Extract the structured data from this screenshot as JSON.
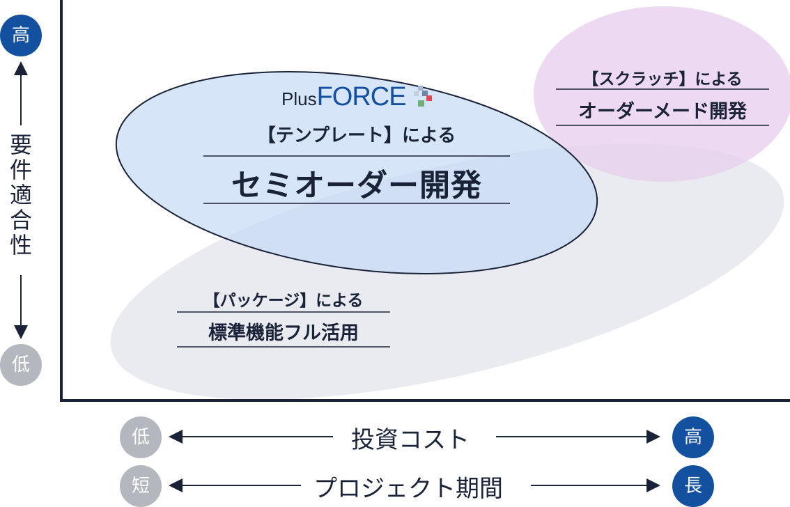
{
  "y_axis": {
    "label_chars": [
      "要",
      "件",
      "適",
      "合",
      "性"
    ],
    "top": "高",
    "bottom": "低"
  },
  "x_axes": [
    {
      "label": "投資コスト",
      "left": "低",
      "right": "高"
    },
    {
      "label": "プロジェクト期間",
      "left": "短",
      "right": "長"
    }
  ],
  "groups": {
    "package": {
      "prefix": "【パッケージ】による",
      "title": "標準機能フル活用"
    },
    "template": {
      "logo_plus": "Plus",
      "logo_force": "FORCE",
      "prefix": "【テンプレート】による",
      "title": "セミオーダー開発"
    },
    "scratch": {
      "prefix": "【スクラッチ】による",
      "title": "オーダーメード開発"
    }
  },
  "colors": {
    "accent_blue": "#1450a0",
    "navy": "#1a2238",
    "muted_gray": "#b4b7bd",
    "template_fill": "#cfe0f8",
    "scratch_fill": "#e9d3f0",
    "package_fill": "#dfe2ea"
  }
}
